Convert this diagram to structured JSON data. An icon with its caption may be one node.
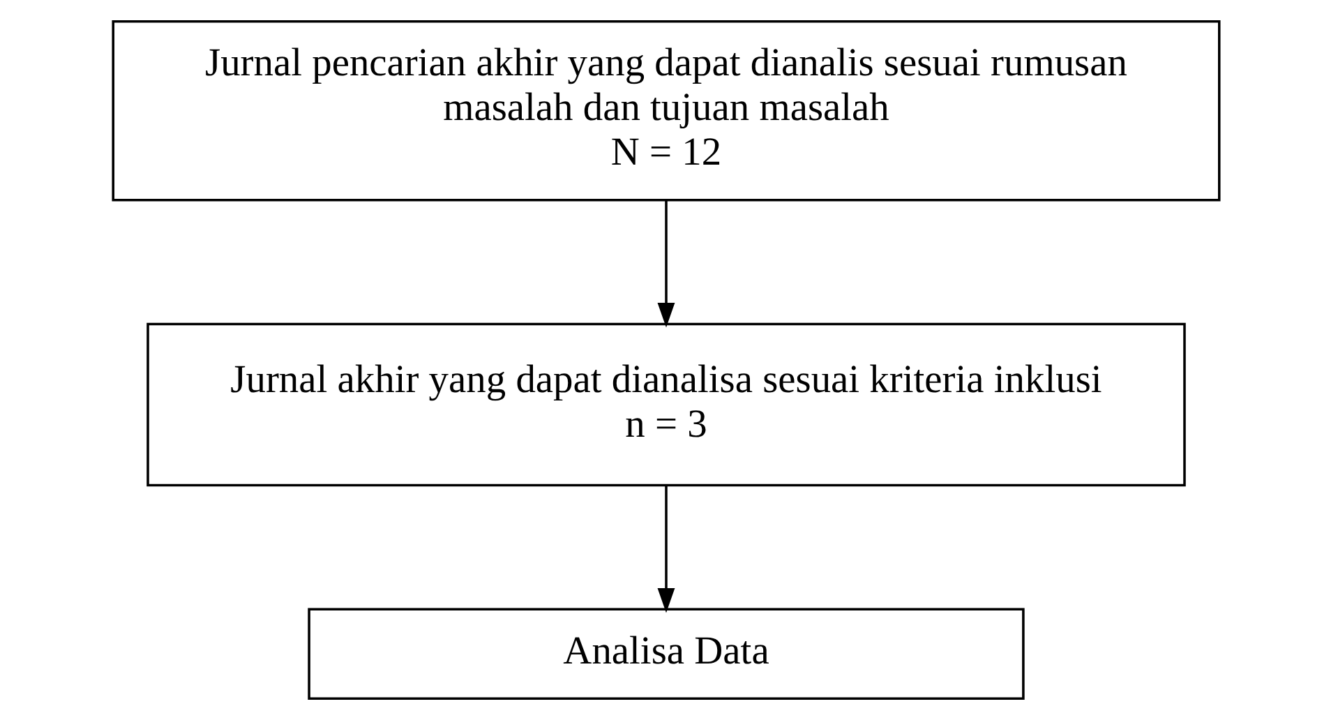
{
  "diagram": {
    "nodes": [
      {
        "text": [
          "Jurnal pencarian akhir yang dapat dianalis sesuai rumusan masalah dan tujuan masalah",
          "N = 12"
        ]
      },
      {
        "text": [
          "Jurnal akhir yang dapat dianalisa sesuai kriteria inklusi",
          "n = 3"
        ]
      },
      {
        "text": [
          "Analisa Data"
        ]
      }
    ],
    "edges": [
      {
        "from": 0,
        "to": 1,
        "arrow": "to"
      },
      {
        "from": 1,
        "to": 2,
        "arrow": "to"
      }
    ]
  }
}
